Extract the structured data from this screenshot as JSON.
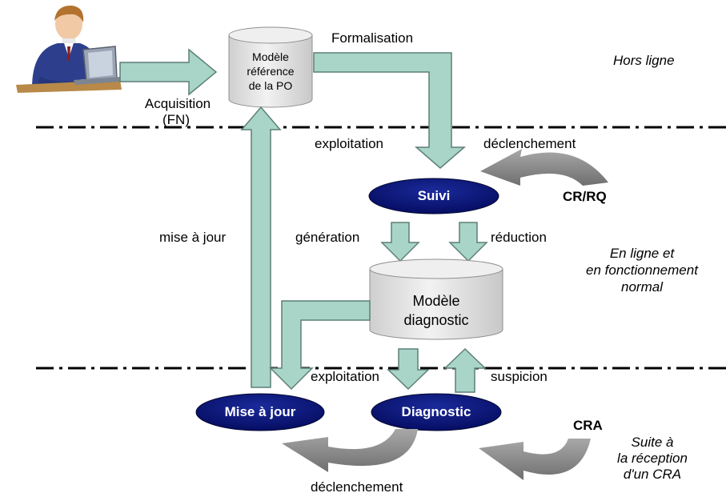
{
  "diagram": {
    "zones": {
      "offline": "Hors ligne",
      "online_l1": "En ligne et",
      "online_l2": "en fonctionnement",
      "online_l3": "normal",
      "cra_l1": "Suite à",
      "cra_l2": "la réception",
      "cra_l3": "d'un CRA"
    },
    "nodes": {
      "ref_model_l1": "Modèle",
      "ref_model_l2": "référence",
      "ref_model_l3": "de la PO",
      "suivi": "Suivi",
      "diag_model_l1": "Modèle",
      "diag_model_l2": "diagnostic",
      "mise_a_jour": "Mise à jour",
      "diagnostic": "Diagnostic"
    },
    "edges": {
      "acquisition": "Acquisition",
      "fn": "(FN)",
      "formalisation": "Formalisation",
      "exploitation_top": "exploitation",
      "declenchement_top": "déclenchement",
      "cr_rq": "CR/RQ",
      "generation": "génération",
      "reduction": "réduction",
      "mise_a_jour_edge": "mise à jour",
      "exploitation_bottom": "exploitation",
      "suspicion": "suspicion",
      "cra": "CRA",
      "declenchement_bottom": "déclenchement"
    },
    "colors": {
      "arrow_fill": "#a8d5c8",
      "arrow_stroke": "#5d7f77",
      "oval_fill": "#06107a",
      "oval_text": "#ffffff",
      "cylinder_fill": "#e6e6e6",
      "grey_arrow": "#8c8c8c",
      "separator": "#000000"
    },
    "icon": "person-at-laptop-icon"
  }
}
